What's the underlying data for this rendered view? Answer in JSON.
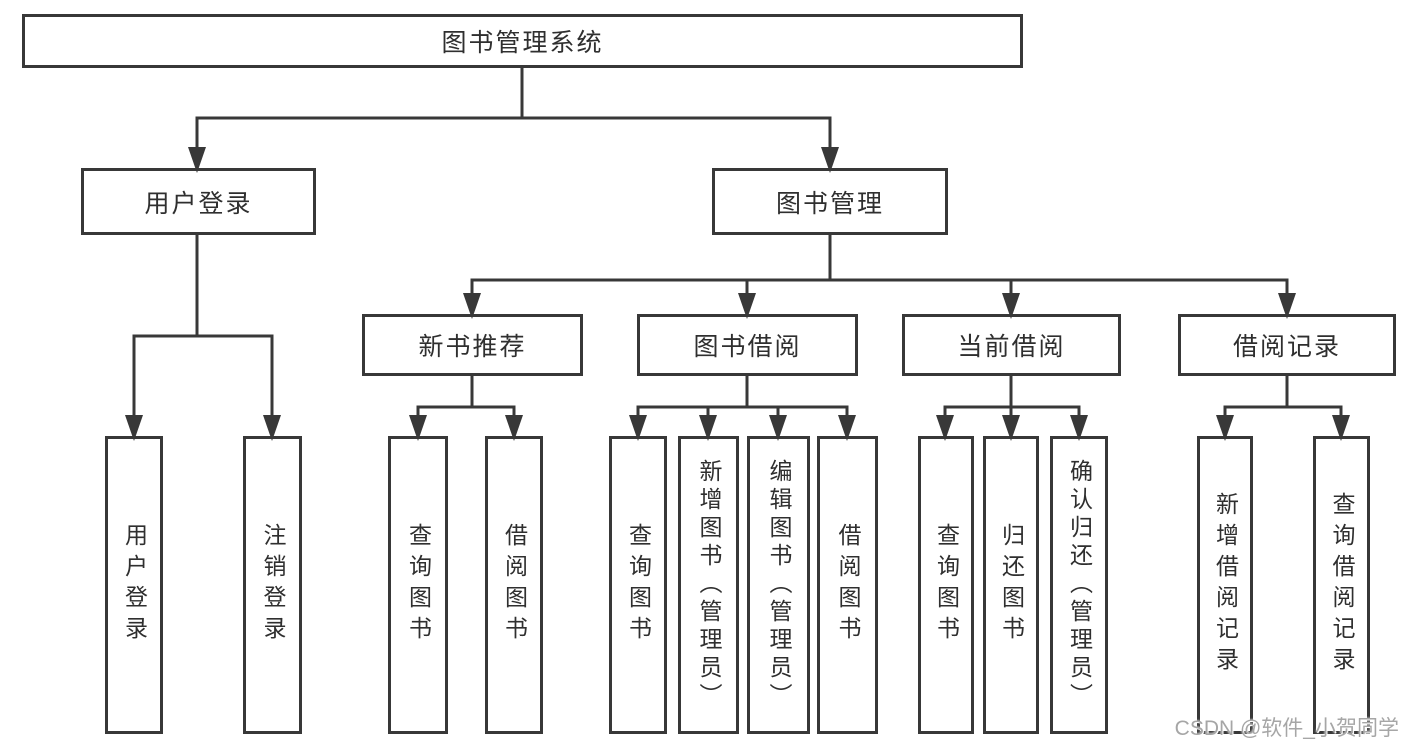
{
  "diagram": {
    "root": {
      "label": "图书管理系统"
    },
    "level1": [
      {
        "label": "用户登录"
      },
      {
        "label": "图书管理"
      }
    ],
    "level2": [
      {
        "label": "新书推荐"
      },
      {
        "label": "图书借阅"
      },
      {
        "label": "当前借阅"
      },
      {
        "label": "借阅记录"
      }
    ],
    "leaves": {
      "user_login": [
        {
          "label": "用户登录"
        },
        {
          "label": "注销登录"
        }
      ],
      "new_book": [
        {
          "label": "查询图书"
        },
        {
          "label": "借阅图书"
        }
      ],
      "book_borrow": [
        {
          "label": "查询图书"
        },
        {
          "label": "新增图书（管理员）"
        },
        {
          "label": "编辑图书（管理员）"
        },
        {
          "label": "借阅图书"
        }
      ],
      "current_borrow": [
        {
          "label": "查询图书"
        },
        {
          "label": "归还图书"
        },
        {
          "label": "确认归还（管理员）"
        }
      ],
      "borrow_record": [
        {
          "label": "新增借阅记录"
        },
        {
          "label": "查询借阅记录"
        }
      ]
    }
  },
  "watermark": {
    "text": "CSDN @软件_小贺同学"
  },
  "colors": {
    "line": "#383838",
    "box_border": "#383838",
    "text": "#2f2f2f",
    "background": "#ffffff",
    "watermark": "#a6a6a6"
  }
}
